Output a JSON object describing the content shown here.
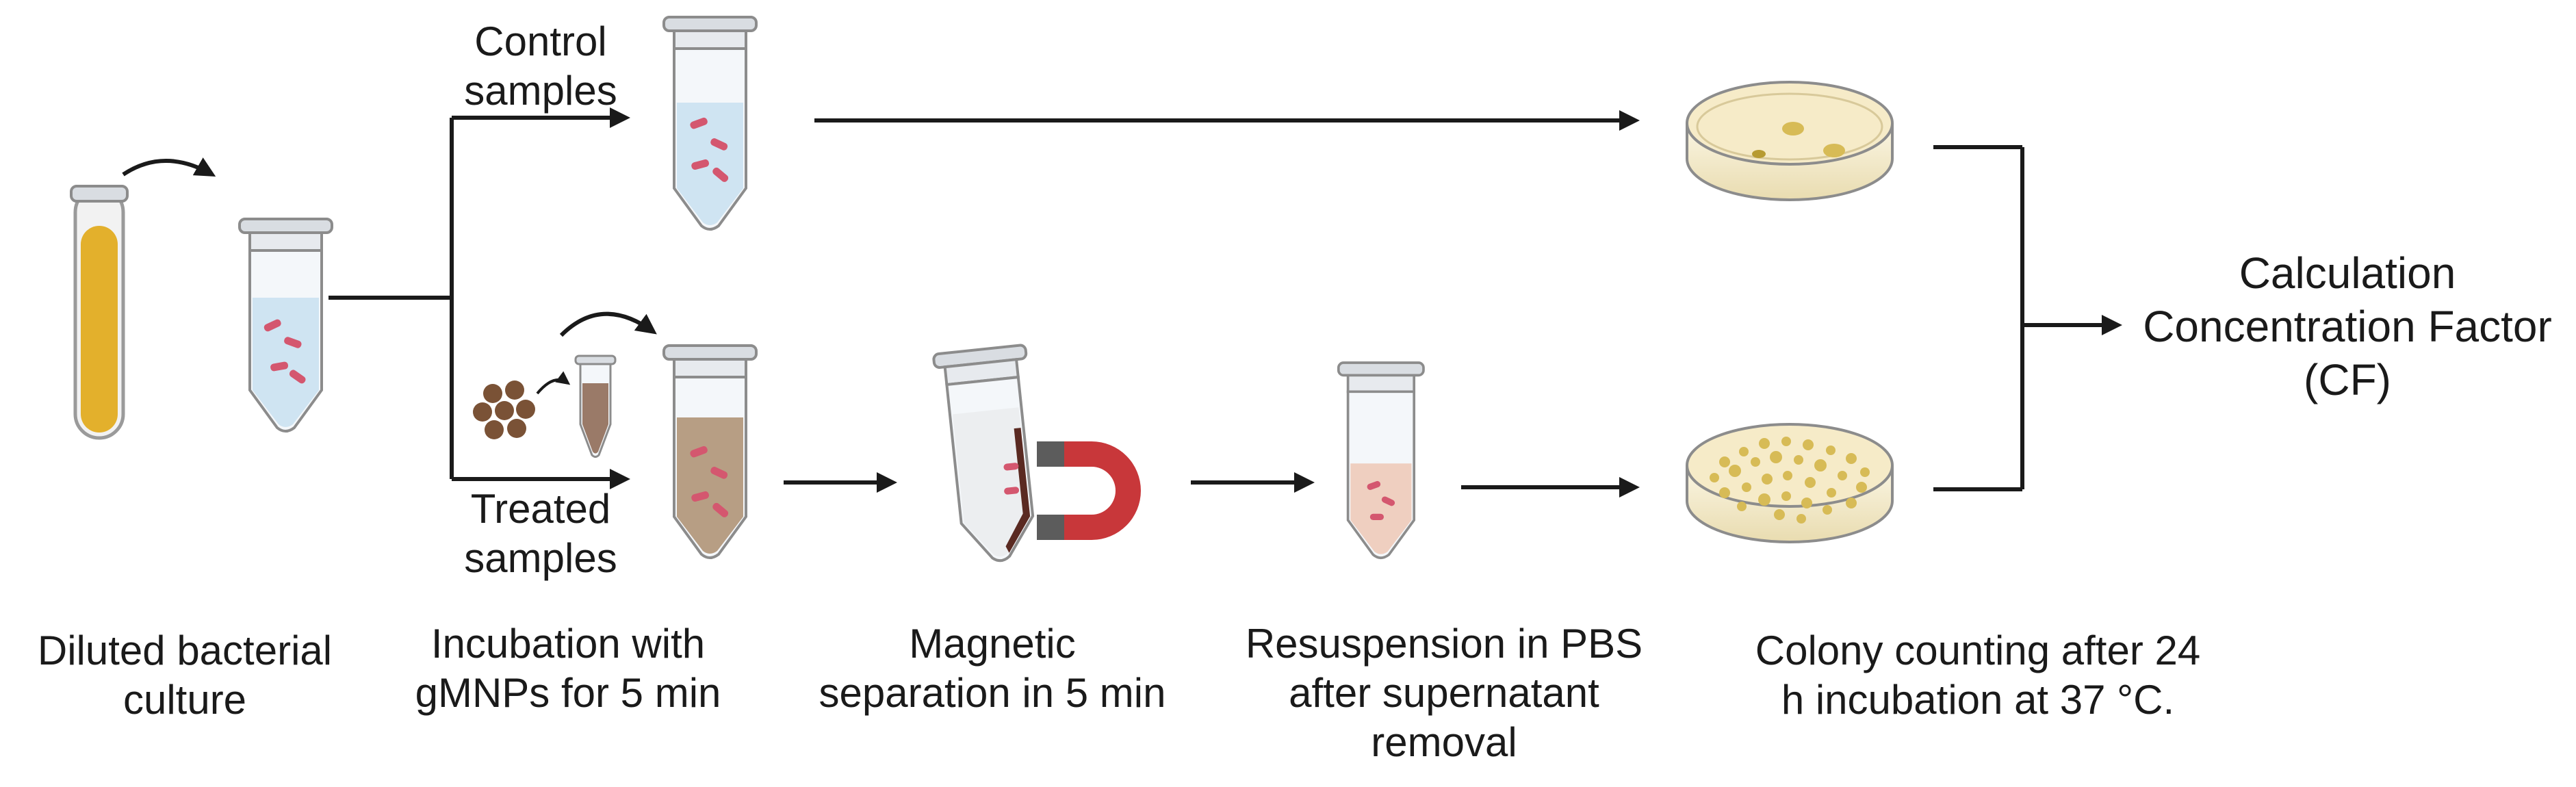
{
  "branch_labels": {
    "control": "Control\nsamples",
    "treated": "Treated\nsamples"
  },
  "steps": [
    {
      "id": "dilute",
      "caption": "Diluted bacterial\nculture"
    },
    {
      "id": "incubation",
      "caption": "Incubation with\ngMNPs for 5 min"
    },
    {
      "id": "magnetic",
      "caption": "Magnetic\nseparation in 5 min"
    },
    {
      "id": "resuspension",
      "caption": "Resuspension in PBS\nafter supernatant\nremoval"
    },
    {
      "id": "counting",
      "caption": "Colony counting after 24\nh incubation at 37 °C."
    }
  ],
  "result": "Calculation\nConcentration Factor\n(CF)",
  "colors": {
    "culture": "#e3b02c",
    "bacteria": "#d4576f",
    "tube_liquid": "#cfe4f2",
    "tube_cap": "#d9dde2",
    "nanoparticle": "#7a5236",
    "magnet_red": "#c8373a",
    "magnet_grey": "#5c5c5c",
    "agar": "#f6ebc8",
    "colony": "#d7bb56",
    "arrow": "#1a1a1a"
  }
}
